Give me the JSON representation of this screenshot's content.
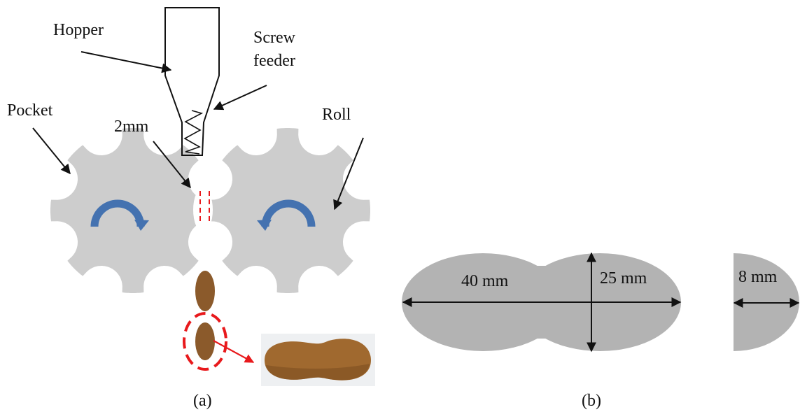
{
  "figure_a": {
    "caption": "(a)",
    "labels": {
      "hopper": "Hopper",
      "screw_feeder_line1": "Screw",
      "screw_feeder_line2": "feeder",
      "pocket": "Pocket",
      "gap": "2mm",
      "roll": "Roll"
    },
    "rolls": [
      {
        "name": "left-roll",
        "rotation": "clockwise",
        "pockets": 8
      },
      {
        "name": "right-roll",
        "rotation": "counterclockwise",
        "pockets": 8
      }
    ],
    "colors": {
      "roll": "#cdcdcd",
      "rotation_arrow": "#4472b0",
      "briquette": "#8b5a2b",
      "highlight": "#e8191c",
      "outline": "#111111"
    }
  },
  "figure_b": {
    "caption": "(b)",
    "dimensions": {
      "length": "40 mm",
      "width": "25 mm",
      "thickness": "8 mm"
    },
    "colors": {
      "shape": "#b3b3b3"
    }
  }
}
